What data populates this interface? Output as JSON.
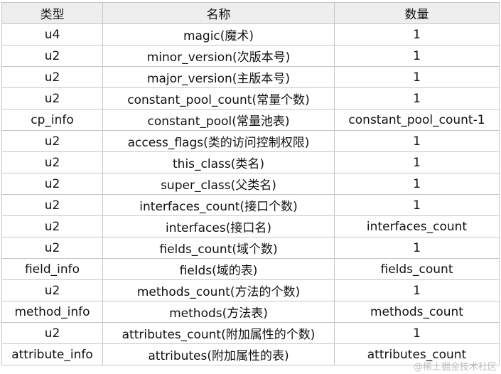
{
  "table": {
    "headers": [
      "类型",
      "名称",
      "数量"
    ],
    "rows": [
      [
        "u4",
        "magic(魔术)",
        "1"
      ],
      [
        "u2",
        "minor_version(次版本号)",
        "1"
      ],
      [
        "u2",
        "major_version(主版本号)",
        "1"
      ],
      [
        "u2",
        "constant_pool_count(常量个数)",
        "1"
      ],
      [
        "cp_info",
        "constant_pool(常量池表)",
        "constant_pool_count-1"
      ],
      [
        "u2",
        "access_flags(类的访问控制权限)",
        "1"
      ],
      [
        "u2",
        "this_class(类名)",
        "1"
      ],
      [
        "u2",
        "super_class(父类名)",
        "1"
      ],
      [
        "u2",
        "interfaces_count(接口个数)",
        "1"
      ],
      [
        "u2",
        "interfaces(接口名)",
        "interfaces_count"
      ],
      [
        "u2",
        "fields_count(域个数)",
        "1"
      ],
      [
        "field_info",
        "fields(域的表)",
        "fields_count"
      ],
      [
        "u2",
        "methods_count(方法的个数)",
        "1"
      ],
      [
        "method_info",
        "methods(方法表)",
        "methods_count"
      ],
      [
        "u2",
        "attributes_count(附加属性的个数)",
        "1"
      ],
      [
        "attribute_info",
        "attributes(附加属性的表)",
        "attributes_count"
      ]
    ]
  },
  "watermark": "@稀土掘金技术社区"
}
